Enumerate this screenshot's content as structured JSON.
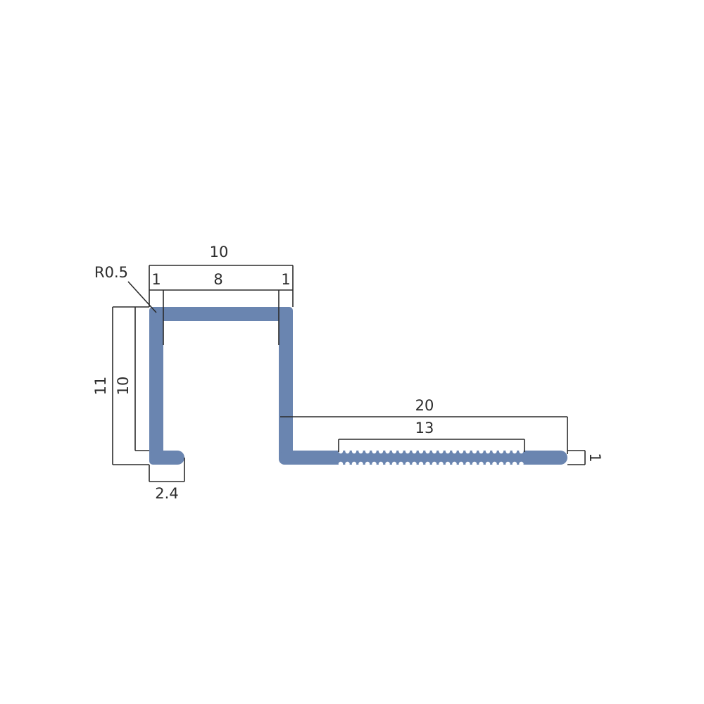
{
  "drawing": {
    "profile_color": "#6a85b0",
    "profile_outline": "#4d5f80",
    "line_color": "#2b2b2b"
  },
  "dimensions": {
    "total_width": "10",
    "left_wall": "1",
    "inner_width": "8",
    "right_wall": "1",
    "corner_radius": "R0.5",
    "total_height": "11",
    "inner_height": "10",
    "foot_width": "2.4",
    "flange_length": "20",
    "knurled_length": "13",
    "flange_thickness": "1"
  }
}
